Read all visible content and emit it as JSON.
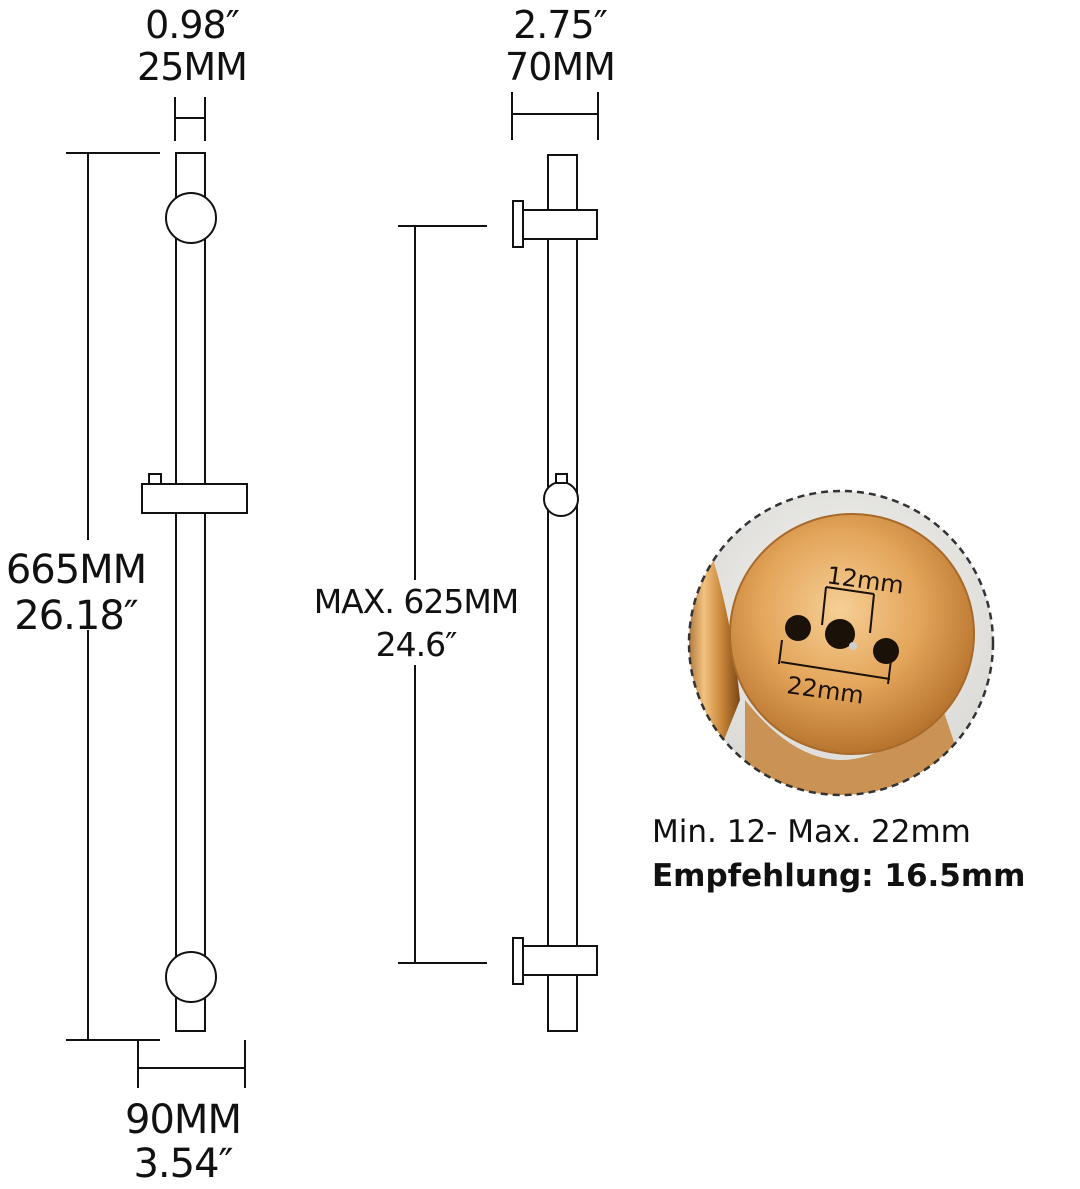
{
  "labels": {
    "top_left": {
      "inch": "0.98″",
      "mm": "25MM"
    },
    "top_right": {
      "inch": "2.75″",
      "mm": "70MM"
    },
    "height": {
      "mm": "665MM",
      "inch": "26.18″"
    },
    "max": {
      "mm": "MAX. 625MM",
      "inch": "24.6″"
    },
    "bottom": {
      "mm": "90MM",
      "inch": "3.54″"
    }
  },
  "detail": {
    "inner": "12mm",
    "outer": "22mm"
  },
  "caption": {
    "line1": "Min. 12- Max. 22mm",
    "line2": "Empfehlung: 16.5mm"
  },
  "colors": {
    "line": "#111111",
    "gold": "#d99a4a",
    "gold_light": "#f2c98a",
    "gold_dark": "#a86a2a"
  }
}
